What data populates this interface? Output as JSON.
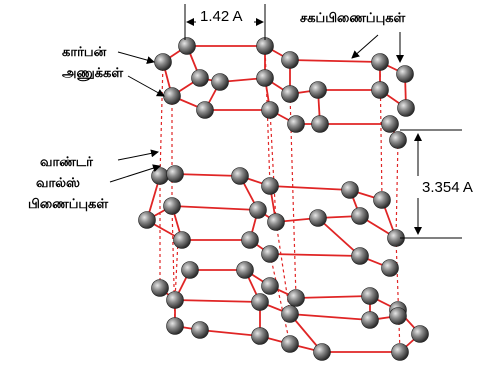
{
  "labels": {
    "bond_length": "1.42 A",
    "interlayer_distance": "3.354 A",
    "covalent_bonds": "சகப்பிணைப்புகள்",
    "carbon_atoms_line1": "கார்பன்",
    "carbon_atoms_line2": "அணுக்கள்",
    "vdw_line1": "வாண்டர்",
    "vdw_line2": "வால்ஸ்",
    "vdw_line3": "பிணைப்புகள்"
  },
  "colors": {
    "bond": "#e02525",
    "vdw_dash": "#e02525",
    "atom_dark": "#3a3a3a",
    "atom_light": "#d9d9d9",
    "arrow": "#000000"
  }
}
